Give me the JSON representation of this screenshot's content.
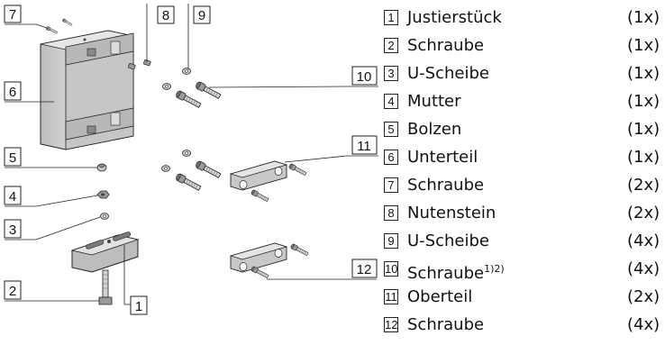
{
  "parts": [
    {
      "number": "1",
      "name": "Justierstück",
      "qty": "(1x)"
    },
    {
      "number": "2",
      "name": "Schraube",
      "qty": "(1x)"
    },
    {
      "number": "3",
      "name": "U-Scheibe",
      "qty": "(1x)"
    },
    {
      "number": "4",
      "name": "Mutter",
      "qty": "(1x)"
    },
    {
      "number": "5",
      "name": "Bolzen",
      "qty": "(1x)"
    },
    {
      "number": "6",
      "name": "Unterteil",
      "qty": "(1x)"
    },
    {
      "number": "7",
      "name": "Schraube",
      "qty": "(2x)"
    },
    {
      "number": "8",
      "name": "Nutenstein",
      "qty": "(2x)"
    },
    {
      "number": "9",
      "name": "U-Scheibe",
      "qty": "(4x)"
    },
    {
      "number": "10",
      "name": "Schraube",
      "footnote": "1)2)",
      "qty": "(4x)"
    },
    {
      "number": "11",
      "name": "Oberteil",
      "qty": "(2x)"
    },
    {
      "number": "12",
      "name": "Schraube",
      "qty": "(4x)"
    }
  ],
  "callouts": [
    "7",
    "8",
    "9",
    "6",
    "10",
    "5",
    "11",
    "4",
    "3",
    "2",
    "1",
    "12"
  ],
  "colors": {
    "line": "#222222",
    "part_fill": "#d4d4d4",
    "part_dark": "#9a9a9a",
    "part_shadow": "#6e6e6e"
  }
}
